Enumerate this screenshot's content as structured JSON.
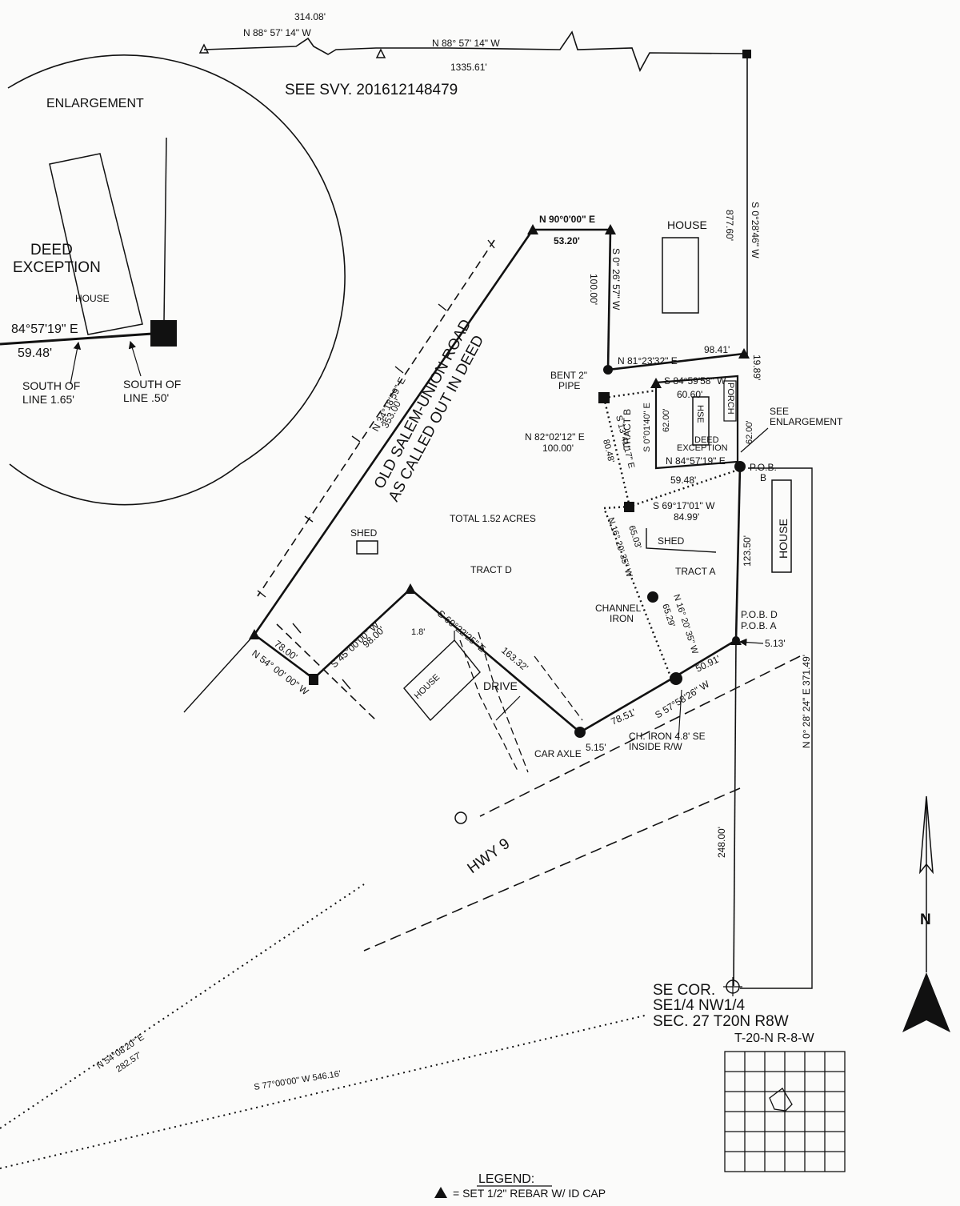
{
  "header": {
    "top_distance": "314.08'",
    "top_bearing_left": "N 88° 57' 14\" W",
    "top_bearing_right": "N 88° 57' 14\" W",
    "top_length": "1335.61'",
    "see_survey": "SEE SVY. 201612148479"
  },
  "enlargement": {
    "title": "ENLARGEMENT",
    "deed_exception_line1": "DEED",
    "deed_exception_line2": "EXCEPTION",
    "house": "HOUSE",
    "bearing": "84°57'19\" E",
    "distance": "59.48'",
    "south_of_line_1": "SOUTH OF",
    "south_of_line_1_val": "LINE 1.65'",
    "south_of_line_2": "SOUTH OF",
    "south_of_line_2_val": "LINE .50'"
  },
  "labels": {
    "house_top": "HOUSE",
    "house_right": "HOUSE",
    "house_tract_d": "HOUSE",
    "n90": "N 90°0'00\" E",
    "d5320": "53.20'",
    "d10000": "100.00'",
    "s026": "S 0° 26' 57\" W",
    "s028": "S 0°28'46\" W",
    "d87760": "877.60'",
    "n8123": "N 81°23'32\" E",
    "d9841": "98.41'",
    "d1989": "19.89'",
    "s8459": "S 84°59'58\" W",
    "d6060": "60.60'",
    "porch": "PORCH",
    "bent_pipe_1": "BENT 2\"",
    "bent_pipe_2": "PIPE",
    "n8202": "N 82°02'12\" E",
    "d10000b": "100.00'",
    "s1341": "S 13°41'17\" E",
    "d8048": "80.48'",
    "tract_b": "TRACT B",
    "s0140": "S 0°01'40\" E",
    "d6200a": "62.00'",
    "hse": "HSE",
    "deed_exc_1": "DEED",
    "deed_exc_2": "EXCEPTION",
    "d6200b": "62.00'",
    "n8457": "N 84°57'19\" E",
    "d5948": "59.48'",
    "see_enl_1": "SEE",
    "see_enl_2": "ENLARGEMENT",
    "pob_b_1": "P.O.B.",
    "pob_b_2": "B",
    "s6917": "S 69°17'01\" W",
    "d8499": "84.99'",
    "road_1": "OLD SALEM-UNION ROAD",
    "road_2": "AS CALLED OUT IN DEED",
    "n3418": "N 34°18'59\" E",
    "d35300": "353.00'",
    "total": "TOTAL 1.52 ACRES",
    "shed_left": "SHED",
    "shed_right": "SHED",
    "n1620a": "N 16° 20' 35\" W",
    "d6503": "65.03'",
    "d12350": "123.50'",
    "tract_d": "TRACT D",
    "tract_a": "TRACT A",
    "channel_1": "CHANNEL",
    "channel_2": "IRON",
    "n1620b": "N 16° 20' 35\" W",
    "d6529": "65.29'",
    "pob_d": "P.O.B. D",
    "pob_a": "P.O.B. A",
    "d513a": "5.13'",
    "s4500": "S 45°00'00\" W",
    "d9800": "98.00'",
    "d7800": "78.00'",
    "n5400": "N 54° 00' 00\" W",
    "d18": "1.8'",
    "s6022": "S 60°22'25\" E",
    "d16332": "163.32'",
    "drive": "DRIVE",
    "d5091": "50.91'",
    "s5758": "S 57°58'26\" W",
    "d7851": "78.51'",
    "ch_iron_1": "CH. IRON 4.8' SE",
    "ch_iron_2": "INSIDE R/W",
    "d515": "5.15'",
    "car_axle": "CAR AXLE",
    "n0028": "N 0° 28' 24\" E 371.49'",
    "hwy": "HWY 9",
    "d24800": "248.00'",
    "se_cor_1": "SE COR.",
    "se_cor_2": "SE1/4 NW1/4",
    "se_cor_3": "SEC. 27 T20N R8W",
    "n5408": "N 54°08'20\" E",
    "d28257": "282.57'",
    "s7700": "S 77°00'00\" W 546.16'",
    "grid_title": "T-20-N R-8-W",
    "north": "N"
  },
  "legend": {
    "title": "LEGEND:",
    "item1": "= SET 1/2\" REBAR W/ ID CAP"
  },
  "colors": {
    "ink": "#111111",
    "paper": "#fbfbfa"
  }
}
